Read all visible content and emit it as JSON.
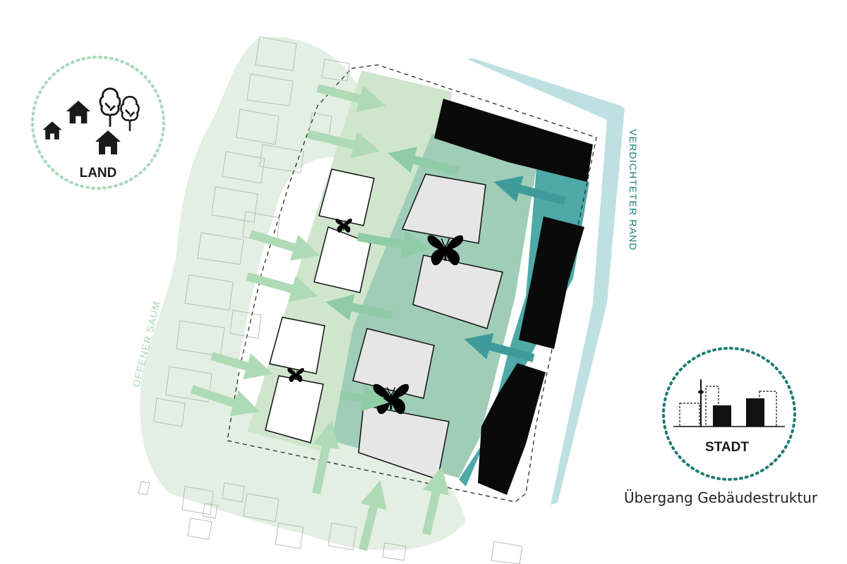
{
  "labels": {
    "land": "LAND",
    "stadt": "STADT",
    "verdichteter_rand": "VERDICHTETER RAND",
    "offener_saum": "OFFENER SAUM",
    "caption": "Übergang Gebäudestruktur"
  },
  "colors": {
    "light_green": "#e3efe2",
    "pale_green": "#cfe6cd",
    "mid_green": "#9fcdb8",
    "teal": "#4ea9a7",
    "dark_teal": "#1a7d7c",
    "water": "#a9d3d6",
    "arrow_light": "#b3dcb8",
    "arrow_teal": "#3f9b99",
    "black": "#0a0a0a",
    "gray_building": "#e6e6e6",
    "land_ring": "#a8d8bb",
    "stadt_ring": "#1e7b73"
  },
  "icons": [
    "house-icon",
    "tree-icon",
    "butterfly-icon",
    "city-skyline-icon"
  ]
}
